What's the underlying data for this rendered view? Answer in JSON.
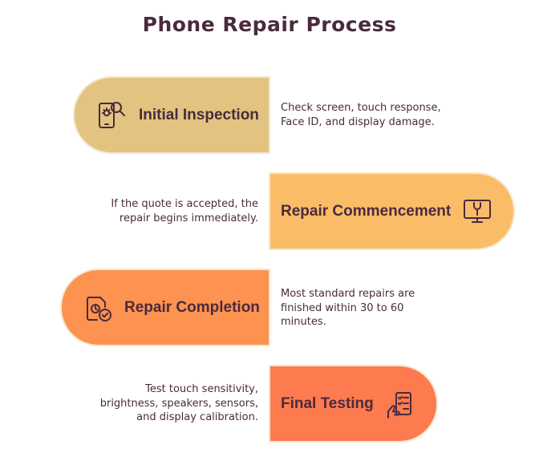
{
  "title": "Phone Repair Process",
  "colors": {
    "text": "#4a2a3e",
    "step1": "#e2c480",
    "step2": "#fbbc68",
    "step3": "#fe9250",
    "step4": "#fd7b4f",
    "border": "#f3e8cf"
  },
  "steps": [
    {
      "label": "Initial Inspection",
      "description": "Check screen, touch response, Face ID, and display damage.",
      "icon": "phone-search-icon"
    },
    {
      "label": "Repair Commencement",
      "description": "If the quote is accepted, the repair begins immediately.",
      "icon": "monitor-wrench-icon"
    },
    {
      "label": "Repair Completion",
      "description": "Most standard repairs are finished within 30 to 60 minutes.",
      "icon": "document-clock-check-icon"
    },
    {
      "label": "Final Testing",
      "description": "Test touch sensitivity, brightness, speakers, sensors, and display calibration.",
      "icon": "hand-checklist-icon"
    }
  ]
}
